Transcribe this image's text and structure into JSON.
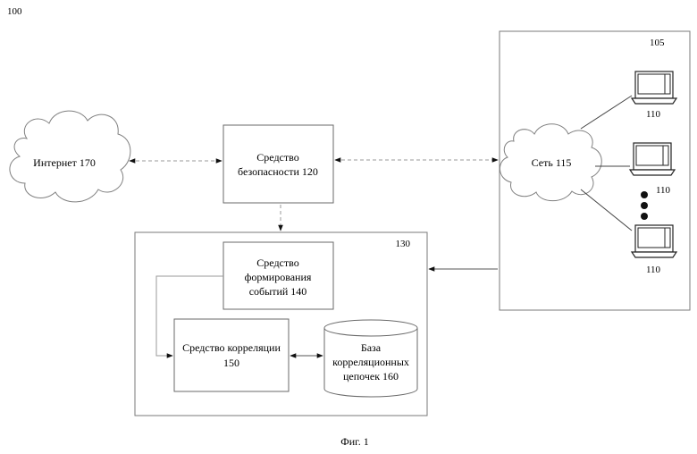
{
  "figure": {
    "number": "100",
    "caption": "Фиг. 1"
  },
  "internet": {
    "label": "Интернет 170"
  },
  "security": {
    "line1": "Средство",
    "line2": "безопасности 120"
  },
  "system_block": {
    "ref": "130"
  },
  "events": {
    "line1": "Средство",
    "line2": "формирования",
    "line3": "событий 140"
  },
  "correlation": {
    "line1": "Средство корреляции",
    "line2": "150"
  },
  "database": {
    "line1": "База",
    "line2": "корреляционных",
    "line3": "цепочек 160"
  },
  "network_block": {
    "ref": "105"
  },
  "network": {
    "label": "Сеть 115"
  },
  "computers": [
    {
      "label": "110"
    },
    {
      "label": "110"
    },
    {
      "label": "110"
    }
  ]
}
